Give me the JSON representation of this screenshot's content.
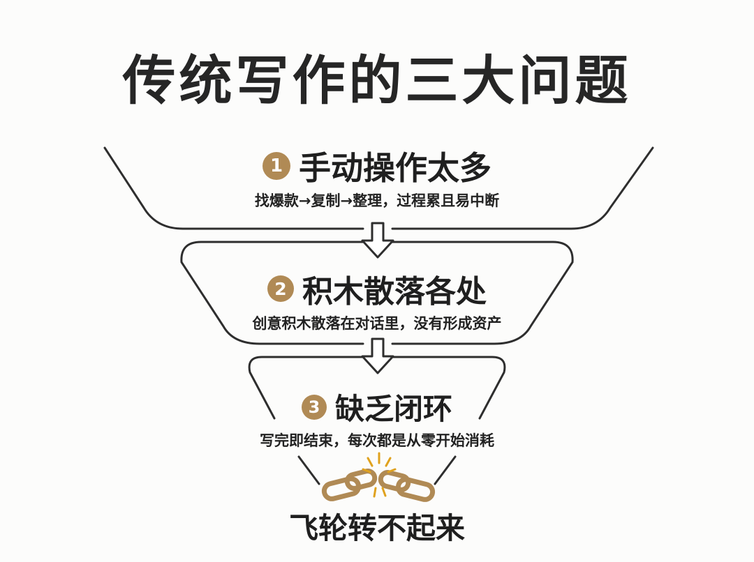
{
  "title": "传统写作的三大问题",
  "stages": [
    {
      "number": "1",
      "title": "手动操作太多",
      "desc": "找爆款→复制→整理，过程累且易中断"
    },
    {
      "number": "2",
      "title": "积木散落各处",
      "desc": "创意积木散落在对话里，没有形成资产"
    },
    {
      "number": "3",
      "title": "缺乏闭环",
      "desc": "写完即结束，每次都是从零开始消耗"
    }
  ],
  "result": "飞轮转不起来",
  "colors": {
    "accent": "#b08a55",
    "line": "#2e2e2e",
    "text": "#1f1f1f"
  },
  "icons": {
    "arrow": "down-arrow-icon",
    "chain": "broken-chain-icon"
  }
}
